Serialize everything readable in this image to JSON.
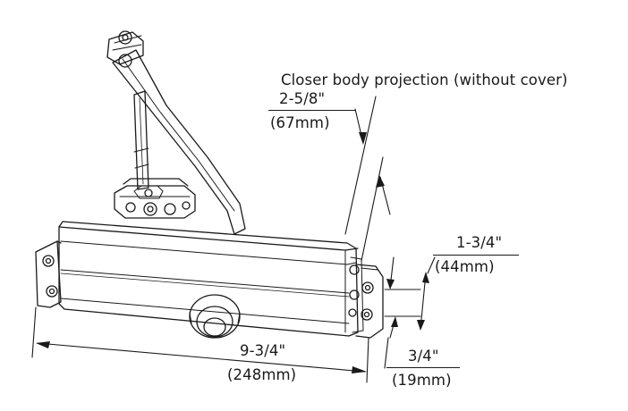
{
  "title": "Closer body projection (without cover)",
  "dimensions": {
    "projection": {
      "imperial": "2-5/8\"",
      "metric": "(67mm)"
    },
    "body_height": {
      "imperial": "1-3/4\"",
      "metric": "(44mm)"
    },
    "bracket_offset": {
      "imperial": "3/4\"",
      "metric": "(19mm)"
    },
    "body_length": {
      "imperial": "9-3/4\"",
      "metric": "(248mm)"
    }
  },
  "colors": {
    "line": "#1a1a1a",
    "background": "#ffffff"
  }
}
